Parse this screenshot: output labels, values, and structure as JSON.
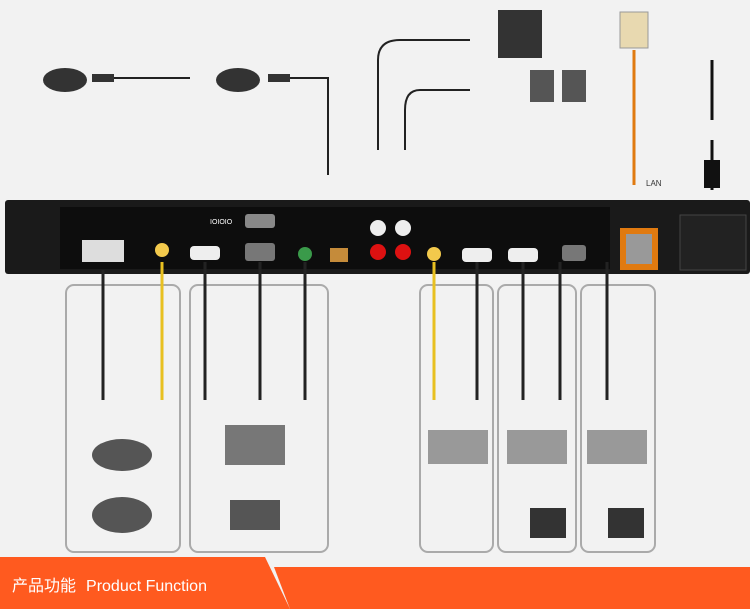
{
  "banner": {
    "title_cn": "产品功能",
    "title_en": "Product Function",
    "color": "#ff5a1f"
  },
  "labels": {
    "lan": "LAN",
    "serial": "IOIOIO"
  }
}
